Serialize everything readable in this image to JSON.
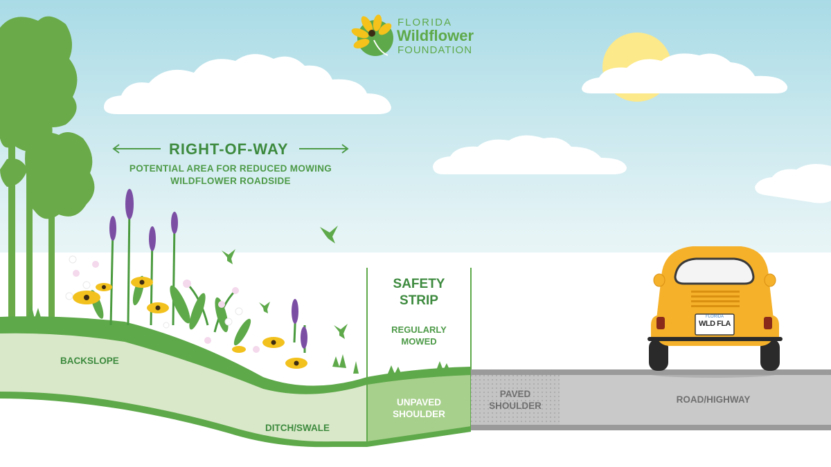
{
  "logo": {
    "line1": "FLORIDA",
    "line2": "Wildflower",
    "line3": "FOUNDATION"
  },
  "right_of_way": {
    "title": "RIGHT-OF-WAY",
    "subtitle1": "POTENTIAL AREA FOR REDUCED MOWING",
    "subtitle2": "WILDFLOWER ROADSIDE"
  },
  "safety_strip": {
    "title_line1": "SAFETY",
    "title_line2": "STRIP",
    "sub_line1": "REGULARLY",
    "sub_line2": "MOWED"
  },
  "zones": {
    "backslope": "BACKSLOPE",
    "ditch": "DITCH/SWALE",
    "unpaved_line1": "UNPAVED",
    "unpaved_line2": "SHOULDER",
    "paved_line1": "PAVED",
    "paved_line2": "SHOULDER",
    "road": "ROAD/HIGHWAY"
  },
  "car": {
    "plate_state": "FLORIDA",
    "plate_text": "WLD FLA"
  },
  "colors": {
    "sky_top": "#a9dbe6",
    "sky_bottom": "#ffffff",
    "grass": "#5ea94a",
    "light_green": "#d9e8c9",
    "mid_green": "#a8d08d",
    "road_gray": "#c9c9c9",
    "road_edge": "#9a9a9a",
    "sun": "#fce98a",
    "car": "#f5b12a"
  }
}
